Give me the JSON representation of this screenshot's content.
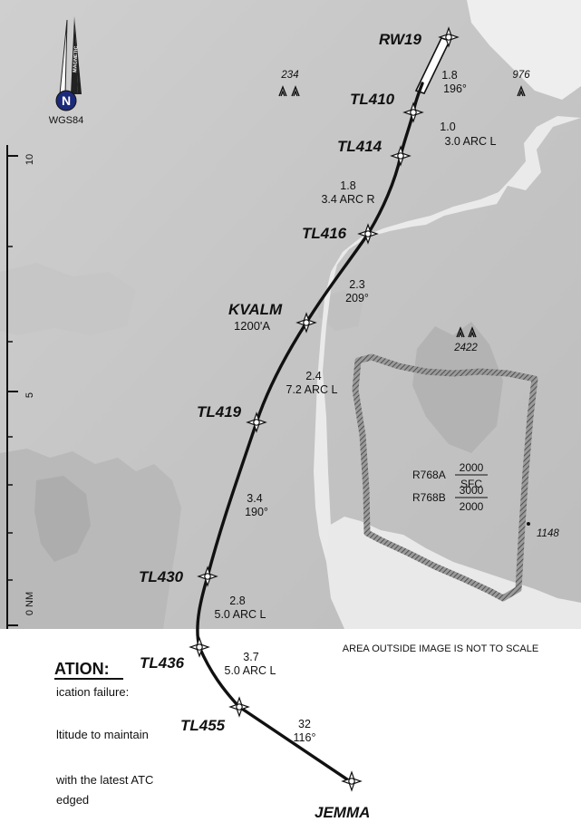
{
  "waypoints": [
    {
      "id": "rw19",
      "name": "RW19"
    },
    {
      "id": "tl410",
      "name": "TL410"
    },
    {
      "id": "tl414",
      "name": "TL414"
    },
    {
      "id": "tl416",
      "name": "TL416"
    },
    {
      "id": "kvalm",
      "name": "KVALM",
      "altitude": "1200'A"
    },
    {
      "id": "tl419",
      "name": "TL419"
    },
    {
      "id": "tl430",
      "name": "TL430"
    },
    {
      "id": "tl436",
      "name": "TL436"
    },
    {
      "id": "tl455",
      "name": "TL455"
    },
    {
      "id": "jemma",
      "name": "JEMMA"
    }
  ],
  "legs": [
    {
      "id": "leg1",
      "distance": "1.8",
      "track": "196°"
    },
    {
      "id": "leg2",
      "distance": "1.0",
      "track": "3.0 ARC L"
    },
    {
      "id": "leg3",
      "distance": "1.8",
      "track": "3.4 ARC R"
    },
    {
      "id": "leg4",
      "distance": "2.3",
      "track": "209°"
    },
    {
      "id": "leg5",
      "distance": "2.4",
      "track": "7.2 ARC L"
    },
    {
      "id": "leg6",
      "distance": "3.4",
      "track": "190°"
    },
    {
      "id": "leg7",
      "distance": "2.8",
      "track": "5.0 ARC L"
    },
    {
      "id": "leg8",
      "distance": "3.7",
      "track": "5.0 ARC L"
    },
    {
      "id": "leg9",
      "distance": "32",
      "track": "116°"
    }
  ],
  "spot_heights": [
    "234",
    "976",
    "2422",
    "1148"
  ],
  "restricted_areas": [
    {
      "name": "R768A",
      "upper": "2000",
      "lower": "SFC"
    },
    {
      "name": "R768B",
      "upper": "3000",
      "lower": "2000"
    }
  ],
  "north_arrow": {
    "letter": "N",
    "reference": "MAGNETIC",
    "datum": "WGS84"
  },
  "scale_bar": {
    "labels": [
      "10",
      "5",
      "0 NM"
    ]
  },
  "scale_notice": "AREA OUTSIDE IMAGE IS NOT TO SCALE",
  "comm_failure": {
    "title": "ATION:",
    "lines": [
      "ication failure:",
      "ltitude to maintain",
      "with the latest ATC",
      "edged"
    ]
  },
  "colors": {
    "terrain": "#c9c9c9",
    "water": "#eeeeee",
    "route": "#111111",
    "restricted_hatch": "#555555",
    "background": "#ffffff"
  }
}
